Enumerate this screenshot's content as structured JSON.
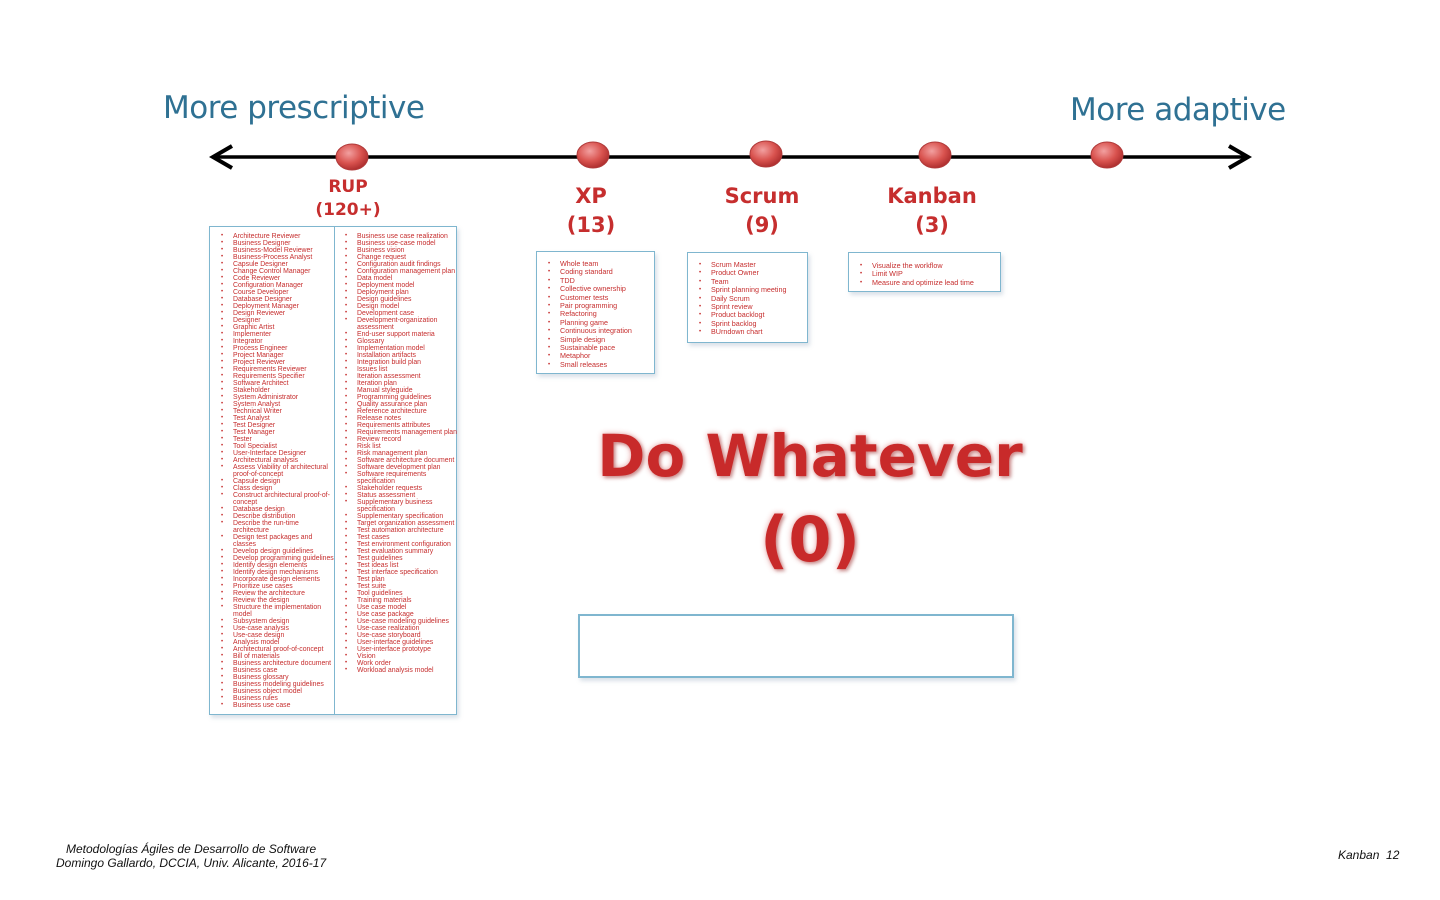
{
  "headings": {
    "left": "More prescriptive",
    "right": "More adaptive"
  },
  "methods": [
    {
      "name": "RUP",
      "count": "(120+)"
    },
    {
      "name": "XP",
      "count": "(13)"
    },
    {
      "name": "Scrum",
      "count": "(9)"
    },
    {
      "name": "Kanban",
      "count": "(3)"
    }
  ],
  "rup_col1": [
    "Architecture Reviewer",
    "Business Designer",
    "Business-Model Reviewer",
    "Business-Process Analyst",
    "Capsule Designer",
    "Change Control Manager",
    "Code Reviewer",
    "Configuration Manager",
    "Course Developer",
    "Database Designer",
    "Deployment Manager",
    "Design Reviewer",
    "Designer",
    "Graphic Artist",
    "Implementer",
    "Integrator",
    "Process Engineer",
    "Project Manager",
    "Project Reviewer",
    "Requirements Reviewer",
    "Requirements Specifier",
    "Software Architect",
    "Stakeholder",
    "System Administrator",
    "System Analyst",
    "Technical Writer",
    "Test Analyst",
    "Test Designer",
    "Test Manager",
    "Tester",
    "Tool Specialist",
    "User-Interface Designer",
    "Architectural analysis",
    "Assess Viability of architectural proof-of-concept",
    "Capsule design",
    "Class design",
    "Construct architectural proof-of-concept",
    "Database design",
    "Describe distribution",
    "Describe the run-time architecture",
    "Design test packages and classes",
    "Develop design guidelines",
    "Develop programming guidelines",
    "Identify design elements",
    "Identify design mechanisms",
    "Incorporate design elements",
    "Prioritize use cases",
    "Review the architecture",
    "Review the design",
    "Structure the implementation model",
    "Subsystem design",
    "Use-case analysis",
    "Use-case design",
    "Analysis model",
    "Architectural proof-of-concept",
    "Bill of materials",
    "Business architecture document",
    "Business case",
    "Business glossary",
    "Business modeling guidelines",
    "Business object model",
    "Business rules",
    "Business use case"
  ],
  "rup_col2": [
    "Business use case realization",
    "Business use-case model",
    "Business vision",
    "Change request",
    "Configuration audit findings",
    "Configuration management plan",
    "Data model",
    "Deployment model",
    "Deployment plan",
    "Design guidelines",
    "Design model",
    "Development case",
    "Development-organization assessment",
    "End-user support materia",
    "Glossary",
    "Implementation model",
    "Installation artifacts",
    "Integration build plan",
    "Issues list",
    "Iteration assessment",
    "Iteration plan",
    "Manual styleguide",
    "Programming guidelines",
    "Quality assurance plan",
    "Reference architecture",
    "Release notes",
    "Requirements attributes",
    "Requirements management plan",
    "Review record",
    "Risk list",
    "Risk management plan",
    "Software architecture document",
    "Software development plan",
    "Software requirements specification",
    "Stakeholder requests",
    "Status assessment",
    "Supplementary business specification",
    "Supplementary specification",
    "Target organization assessment",
    "Test automation architecture",
    "Test cases",
    "Test environment configuration",
    "Test evaluation summary",
    "Test guidelines",
    "Test ideas list",
    "Test interface specification",
    "Test plan",
    "Test suite",
    "Tool guidelines",
    "Training materials",
    "Use case model",
    "Use case package",
    "Use-case modeling guidelines",
    "Use-case realization",
    "Use-case storyboard",
    "User-interface guidelines",
    "User-interface prototype",
    "Vision",
    "Work order",
    "Workload analysis model"
  ],
  "xp_items": [
    "Whole team",
    "Coding standard",
    "TDD",
    "Collective ownership",
    "Customer tests",
    "Pair programming",
    "Refactoring",
    "Planning game",
    "Continuous integration",
    "Simple design",
    "Sustainable pace",
    "Metaphor",
    "Small releases"
  ],
  "scrum_items": [
    "Scrum Master",
    "Product Owner",
    "Team",
    "Sprint planning meeting",
    "Daily Scrum",
    "Sprint review",
    "Product backlogt",
    "Sprint backlog",
    "BUrndown chart"
  ],
  "kanban_items": [
    "Visualize the workflow",
    "Limit WIP",
    "Measure and optimize lead time"
  ],
  "do_whatever": {
    "title": "Do Whatever",
    "count": "(0)"
  },
  "footer": {
    "line1": "Metodologías Ágiles de Desarrollo de Software",
    "line2": "Domingo Gallardo, DCCIA, Univ. Alicante, 2016-17",
    "topic": "Kanban",
    "page": "12"
  },
  "colors": {
    "accent_red": "#c62e2e",
    "heading_blue": "#2f7193",
    "box_border": "#7fb6cf"
  }
}
